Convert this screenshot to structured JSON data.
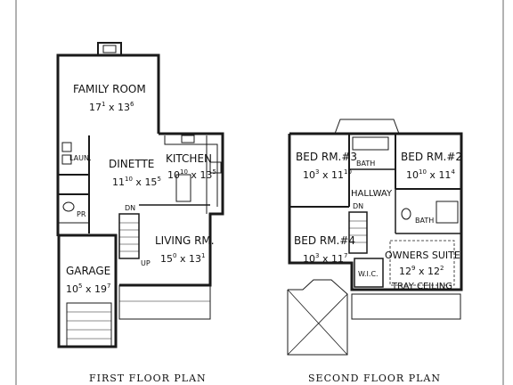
{
  "first_floor": {
    "caption": "FIRST FLOOR PLAN",
    "rooms": {
      "family_room": {
        "name": "FAMILY ROOM",
        "w_ft": "17",
        "w_in": "1",
        "l_ft": "13",
        "l_in": "6"
      },
      "dinette": {
        "name": "DINETTE",
        "w_ft": "11",
        "w_in": "10",
        "l_ft": "15",
        "l_in": "5"
      },
      "kitchen": {
        "name": "KITCHEN",
        "w_ft": "10",
        "w_in": "10",
        "l_ft": "13",
        "l_in": "5"
      },
      "living_room": {
        "name": "LIVING RM.",
        "w_ft": "15",
        "w_in": "0",
        "l_ft": "13",
        "l_in": "1"
      },
      "garage": {
        "name": "GARAGE",
        "w_ft": "10",
        "w_in": "5",
        "l_ft": "19",
        "l_in": "7"
      },
      "laundry": {
        "name": "LAUN."
      },
      "powder": {
        "name": "PR"
      }
    },
    "stair_labels": {
      "down": "DN",
      "up": "UP"
    }
  },
  "second_floor": {
    "caption": "SECOND FLOOR PLAN",
    "rooms": {
      "bed3": {
        "name": "BED RM.#3",
        "w_ft": "10",
        "w_in": "3",
        "l_ft": "11",
        "l_in": "10"
      },
      "bed2": {
        "name": "BED RM.#2",
        "w_ft": "10",
        "w_in": "10",
        "l_ft": "11",
        "l_in": "4"
      },
      "bed4": {
        "name": "BED RM.#4",
        "w_ft": "10",
        "w_in": "3",
        "l_ft": "11",
        "l_in": "7"
      },
      "owners": {
        "name": "OWNERS SUITE",
        "w_ft": "12",
        "w_in": "9",
        "l_ft": "12",
        "l_in": "2",
        "note": "TRAY CEILING"
      },
      "hallway": {
        "name": "HALLWAY"
      },
      "bath_upper": {
        "name": "BATH"
      },
      "bath_lower": {
        "name": "BATH"
      },
      "wic": {
        "name": "W.I.C."
      }
    },
    "stair_labels": {
      "down": "DN"
    }
  },
  "line_color": "#1a1a1a"
}
